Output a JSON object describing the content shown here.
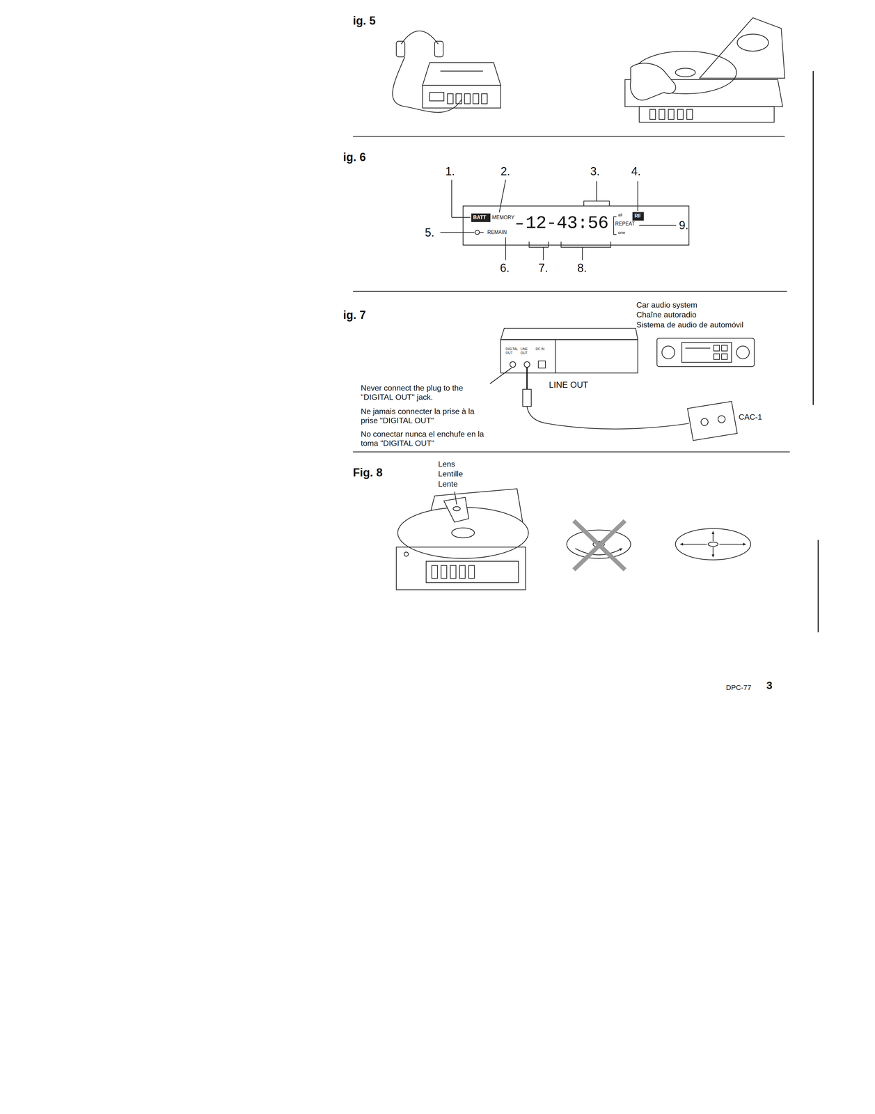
{
  "diagram": {
    "labels": [
      "ig. 5",
      "ig. 6",
      "1.",
      "2.",
      "3.",
      "4.",
      "BATT",
      "MEMORY",
      "12-43:56",
      "all",
      "RF",
      "REPEAT",
      "one",
      "REMAIN",
      "5.",
      "9.",
      "6.",
      "7.",
      "8.",
      "ig. 7",
      "Car audio system",
      "Chaîne autoradio",
      "Sistema de audio de automóvil",
      "DIGITAL OUT",
      "LINE OUT",
      "DC IN",
      "LINE OUT",
      "Never connect the plug to the \"DIGITAL OUT\" jack.",
      "Ne jamais connecter la prise à la prise \"DIGITAL OUT\"",
      "No conectar nunca el enchufe en la toma \"DIGITAL OUT\"",
      "CAC-1",
      "Fig. 8",
      "Lens",
      "Lentille",
      "Lente",
      "DPC-77",
      "3"
    ]
  }
}
